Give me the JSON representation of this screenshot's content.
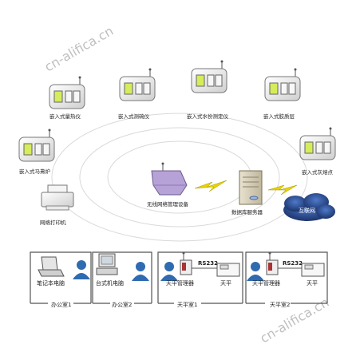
{
  "watermark": "cn-alifica.cn",
  "instruments": {
    "moisture": "嵌入式量热仪",
    "sulfur": "嵌入式测硫仪",
    "ash": "嵌入式水份测定仪",
    "volatile": "嵌入式胶质层",
    "furnace": "嵌入式马弗炉",
    "ashfusion": "嵌入式灰熔点"
  },
  "network": {
    "printer": "网络打印机",
    "gateway": "无线网络管理设备",
    "server": "数据库服务器",
    "internet": "互联网"
  },
  "offices": {
    "laptop": "笔记本电脑",
    "office1": "办公室1",
    "desktop": "台式机电脑",
    "office2": "办公室2"
  },
  "balance_rooms": {
    "manager_a": "天平管理器",
    "rs232_a": "RS232",
    "balance_a": "天平",
    "room1": "天平室1",
    "manager_b": "天平管理器",
    "rs232_b": "RS232",
    "balance_b": "天平",
    "room2": "天平室2"
  },
  "colors": {
    "device_body": "#f2f2f2",
    "panel_green": "#d6ec5a",
    "lightning": "#e8d400",
    "cloud": "#2a4a8a",
    "person": "#2f6bb0",
    "gateway": "#b7a2d8"
  }
}
